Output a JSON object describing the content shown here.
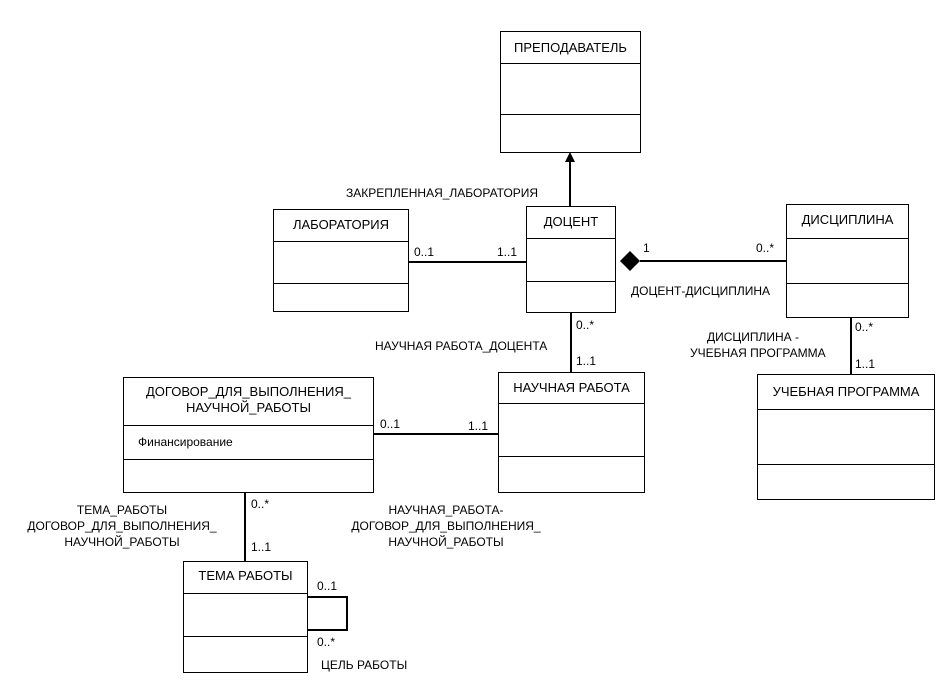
{
  "classes": {
    "prepodavatel": {
      "name": "ПРЕПОДАВАТЕЛЬ"
    },
    "docent": {
      "name": "ДОЦЕНТ"
    },
    "laboratoriya": {
      "name": "ЛАБОРАТОРИЯ"
    },
    "disciplina": {
      "name": "ДИСЦИПЛИНА"
    },
    "nauchnaya_rabota": {
      "name": "НАУЧНАЯ РАБОТА"
    },
    "dogovor": {
      "name_line1": "ДОГОВОР_ДЛЯ_ВЫПОЛНЕНИЯ_",
      "name_line2": "НАУЧНОЙ_РАБОТЫ",
      "attribute": "Финансирование"
    },
    "uchebnaya_programma": {
      "name": "УЧЕБНАЯ ПРОГРАММА"
    },
    "tema_raboty": {
      "name": "ТЕМА РАБОТЫ"
    }
  },
  "associations": {
    "zakreplennaya": {
      "label": "ЗАКРЕПЛЕННАЯ_ЛАБОРАТОРИЯ"
    },
    "lab_docent": {
      "mult_lab": "0..1",
      "mult_docent": "1..1"
    },
    "docent_disciplina": {
      "label": "ДОЦЕНТ-ДИСЦИПЛИНА",
      "mult_docent": "1",
      "mult_disciplina": "0..*"
    },
    "nauchnaya_rabota_docenta": {
      "label": "НАУЧНАЯ РАБОТА_ДОЦЕНТА",
      "mult_docent": "0..*",
      "mult_rabota": "1..1"
    },
    "disciplina_programma": {
      "label_line1": "ДИСЦИПЛИНА -",
      "label_line2": "УЧЕБНАЯ ПРОГРАММА",
      "mult_disciplina": "0..*",
      "mult_programma": "1..1"
    },
    "dogovor_rabota": {
      "mult_dogovor": "0..1",
      "mult_rabota": "1..1"
    },
    "rabota_dogovor_label": {
      "line1": "НАУЧНАЯ_РАБОТА-",
      "line2": "ДОГОВОР_ДЛЯ_ВЫПОЛНЕНИЯ_",
      "line3": "НАУЧНОЙ_РАБОТЫ"
    },
    "tema_dogovor": {
      "line1": "ТЕМА_РАБОТЫ",
      "line2": "ДОГОВОР_ДЛЯ_ВЫПОЛНЕНИЯ_",
      "line3": "НАУЧНОЙ_РАБОТЫ",
      "mult_dogovor": "0..*",
      "mult_tema": "1..1"
    },
    "cel_raboty": {
      "label": "ЦЕЛЬ РАБОТЫ",
      "mult_top": "0..1",
      "mult_bottom": "0..*"
    }
  }
}
